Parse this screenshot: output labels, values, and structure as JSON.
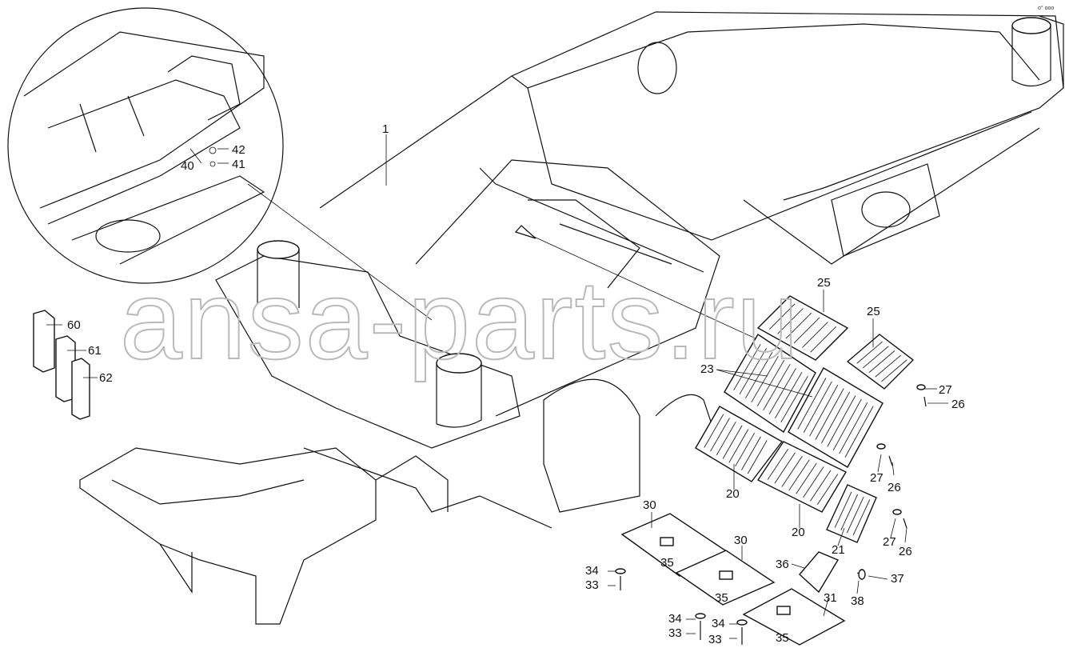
{
  "watermark": "ansa-parts.ru",
  "corner_mark": "o° ooo",
  "callouts": {
    "c1": "1",
    "c20a": "20",
    "c20b": "20",
    "c21": "21",
    "c23": "23",
    "c25a": "25",
    "c25b": "25",
    "c26a": "26",
    "c26b": "26",
    "c26c": "26",
    "c27a": "27",
    "c27b": "27",
    "c27c": "27",
    "c30a": "30",
    "c30b": "30",
    "c31": "31",
    "c33a": "33",
    "c33b": "33",
    "c33c": "33",
    "c34a": "34",
    "c34b": "34",
    "c34c": "34",
    "c35a": "35",
    "c35b": "35",
    "c35c": "35",
    "c36": "36",
    "c37": "37",
    "c38": "38",
    "c40": "40",
    "c41": "41",
    "c42": "42",
    "c60": "60",
    "c61": "61",
    "c62": "62"
  }
}
